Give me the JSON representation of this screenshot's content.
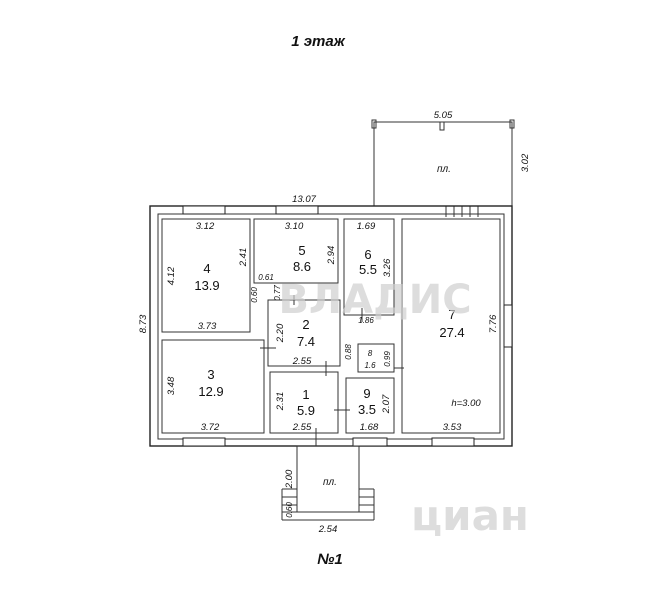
{
  "floor_title": "1 этаж",
  "plan_number": "№1",
  "ceiling_height": "h=3.00",
  "watermarks": {
    "top": "ВЛАДИС",
    "bottom": "циан"
  },
  "overall": {
    "width": "13.07",
    "height": "8.73"
  },
  "rooms": [
    {
      "num": "1",
      "area": "5.9"
    },
    {
      "num": "2",
      "area": "7.4"
    },
    {
      "num": "3",
      "area": "12.9"
    },
    {
      "num": "4",
      "area": "13.9"
    },
    {
      "num": "5",
      "area": "8.6"
    },
    {
      "num": "6",
      "area": "5.5"
    },
    {
      "num": "7",
      "area": "27.4"
    },
    {
      "num": "8",
      "area": "1.6"
    },
    {
      "num": "9",
      "area": "3.5"
    }
  ],
  "terraces": {
    "back": {
      "label": "пл.",
      "w": "5.05",
      "h": "3.02"
    },
    "front": {
      "label": "пл.",
      "w": "2.54",
      "h": "2.00",
      "step": "0.60"
    }
  },
  "dims": {
    "r4_top": "3.12",
    "r4_side": "4.12",
    "r4_bottom": "3.73",
    "r4_right": "2.41",
    "r5_top": "3.10",
    "r5_side": "2.94",
    "r5_a": "0.61",
    "r5_b": "0.77",
    "r4_c": "0.60",
    "r6_top": "1.69",
    "r6_side": "3.26",
    "r2_side": "2.20",
    "r2_bottom": "2.55",
    "r2_corr": "1.86",
    "r3_side": "3.48",
    "r3_bottom": "3.72",
    "r1_side": "2.31",
    "r1_bottom": "2.55",
    "r8_a": "0.88",
    "r8_b": "0.99",
    "r9_side": "2.07",
    "r9_bottom": "1.68",
    "r7_side": "7.76",
    "r7_bottom": "3.53"
  }
}
